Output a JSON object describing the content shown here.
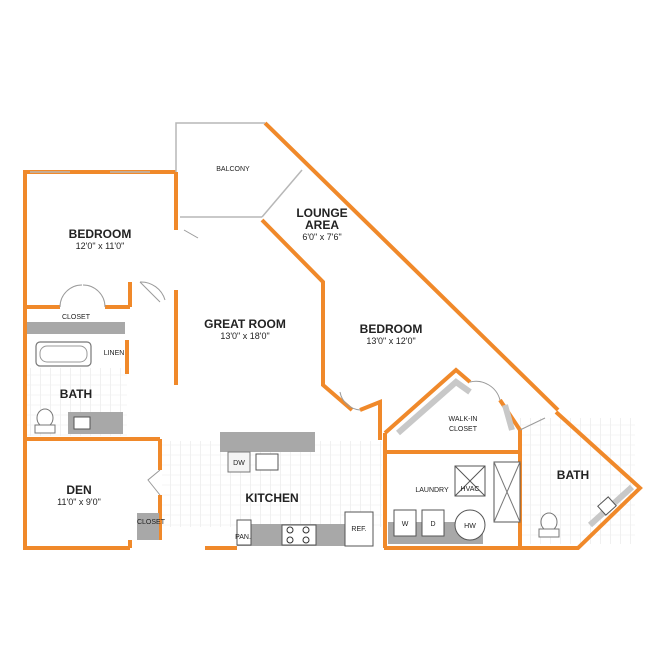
{
  "colors": {
    "wall": "#f0892a",
    "wall_thin": "#b7b7b7",
    "counter": "#a8a8a8",
    "floor_line": "#dcdcdc",
    "text": "#222222"
  },
  "rooms": {
    "bedroom1": {
      "name": "BEDROOM",
      "dims": "12'0\" x 11'0\""
    },
    "great_room": {
      "name": "GREAT ROOM",
      "dims": "13'0\" x 18'0\""
    },
    "balcony": {
      "name": "BALCONY"
    },
    "lounge": {
      "name_line1": "LOUNGE",
      "name_line2": "AREA",
      "dims": "6'0\" x 7'6\""
    },
    "bedroom2": {
      "name": "BEDROOM",
      "dims": "13'0\" x 12'0\""
    },
    "walk_in_closet": {
      "line1": "WALK-IN",
      "line2": "CLOSET"
    },
    "bath1": {
      "name": "BATH"
    },
    "bath2": {
      "name": "BATH"
    },
    "den": {
      "name": "DEN",
      "dims": "11'0\" x 9'0\""
    },
    "kitchen": {
      "name": "KITCHEN"
    },
    "laundry": {
      "name": "LAUNDRY"
    }
  },
  "fixtures": {
    "closet1": "CLOSET",
    "linen": "LINEN",
    "closet_den": "CLOSET",
    "dw": "DW",
    "ref": "REF.",
    "pan": "PAN.",
    "hvac": "HVAC",
    "washer": "W",
    "dryer": "D",
    "hw": "HW"
  }
}
